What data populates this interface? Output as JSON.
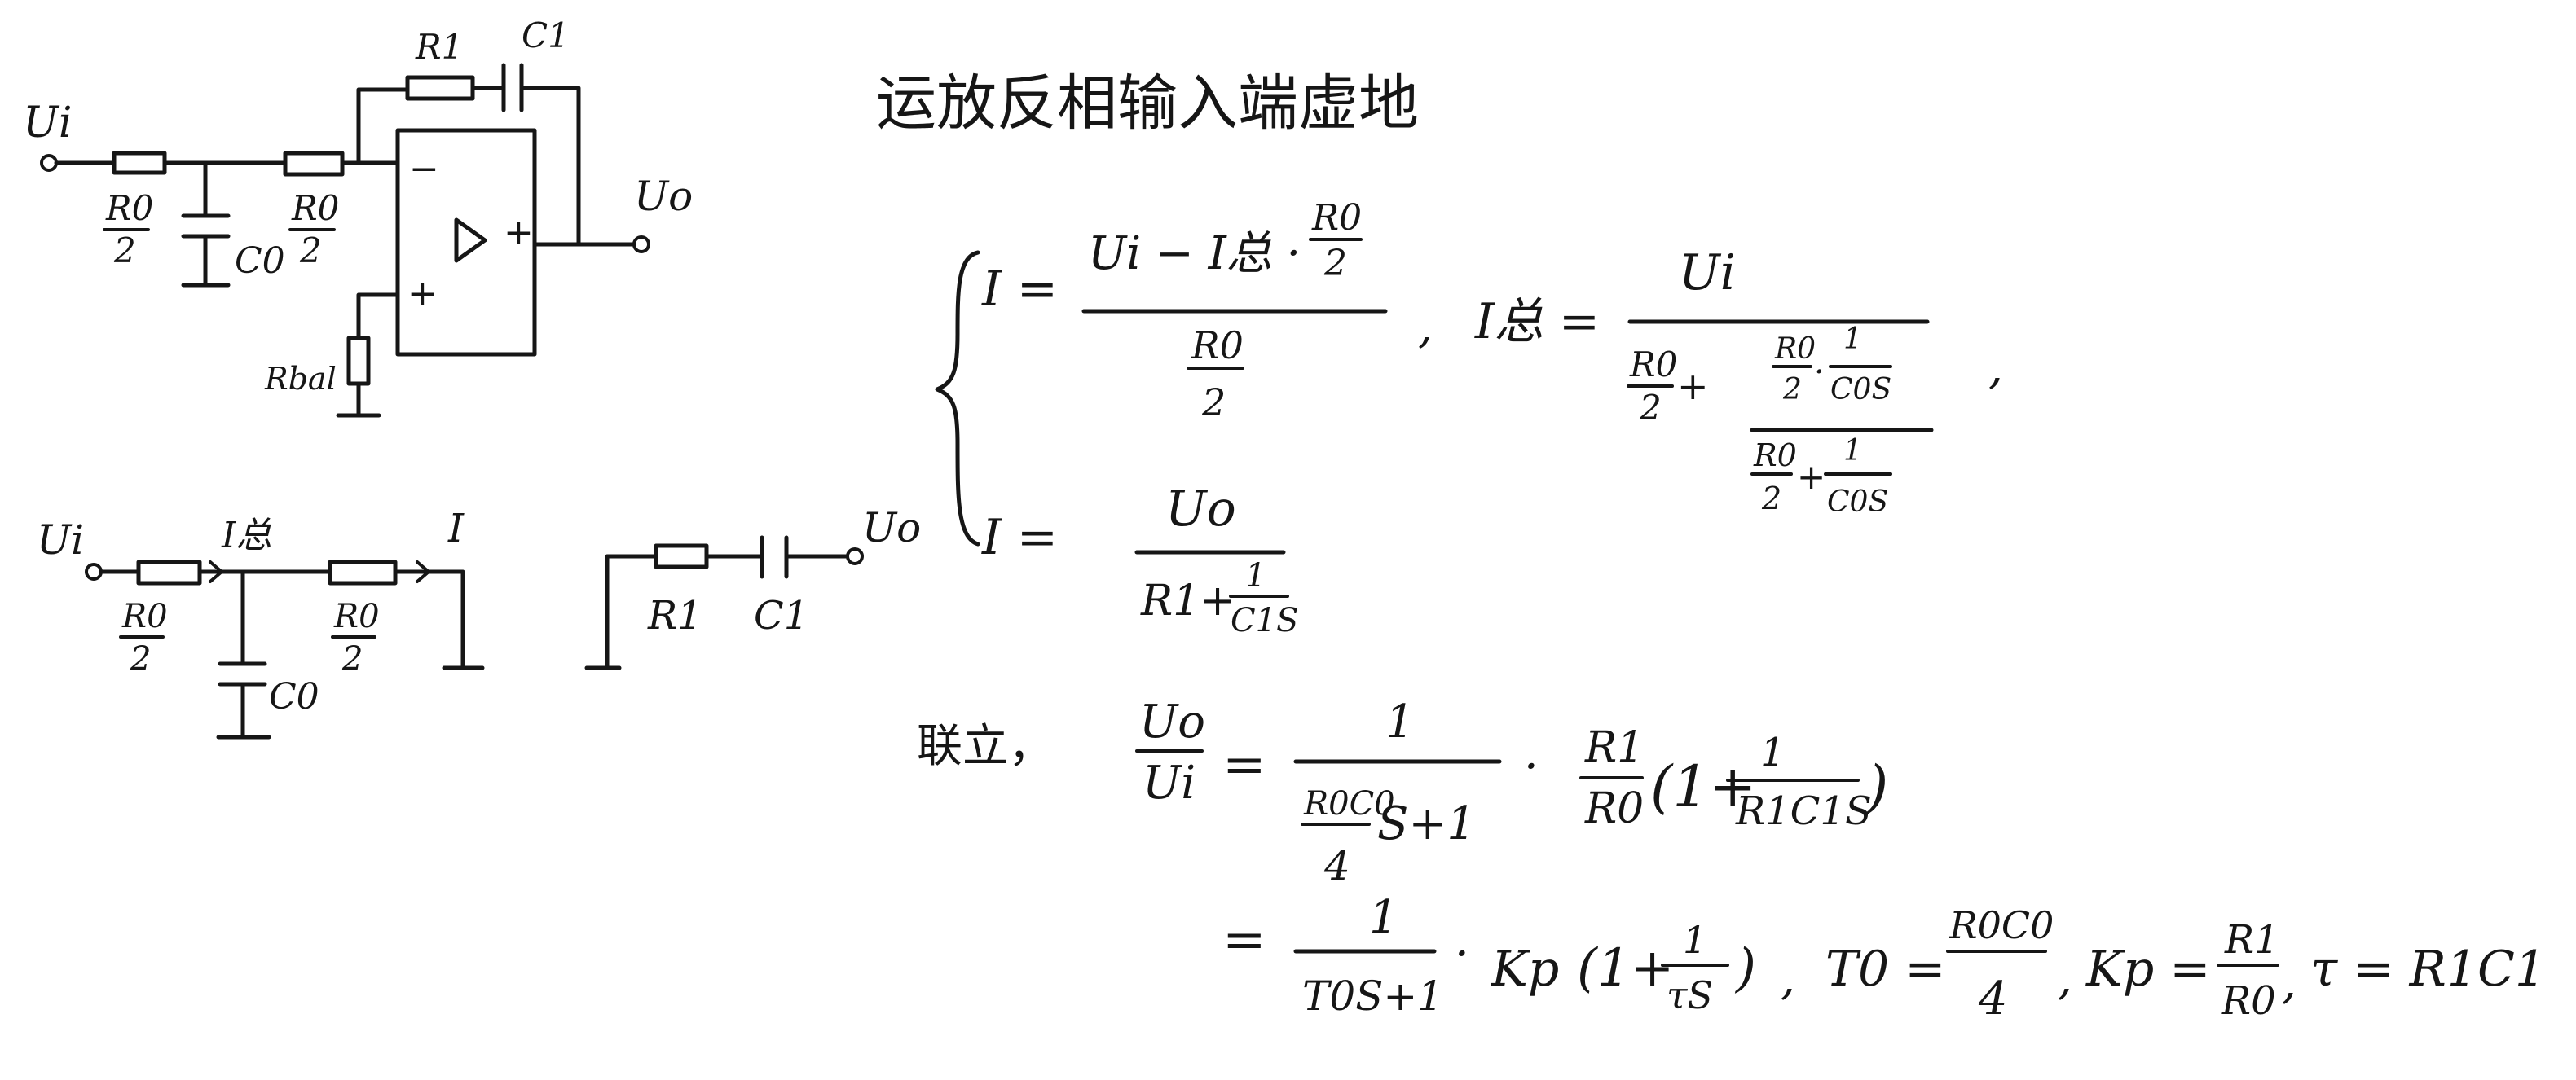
{
  "title": "运放反相输入端虚地",
  "circuit_top": {
    "input": "Ui",
    "output": "Uo",
    "r_half_left": {
      "num": "R0",
      "den": "2"
    },
    "r_half_right": {
      "num": "R0",
      "den": "2"
    },
    "c0": "C0",
    "r1": "R1",
    "c1": "C1",
    "rbal": "Rbal",
    "minus_sign": "−",
    "plus_sign": "+",
    "out_sign": "+"
  },
  "circuit_bottom": {
    "input": "Ui",
    "i_total": "I总",
    "i": "I",
    "r_half_left": {
      "num": "R0",
      "den": "2"
    },
    "r_half_right": {
      "num": "R0",
      "den": "2"
    },
    "c0": "C0",
    "r1": "R1",
    "c1": "C1",
    "output": "Uo"
  },
  "equations": {
    "eq1": {
      "lhs": "I =",
      "num_a": "Ui − I总 ·",
      "num_frac": {
        "num": "R0",
        "den": "2"
      },
      "den": {
        "num": "R0",
        "den": "2"
      },
      "comma": ","
    },
    "eq2": {
      "lhs": "I总 =",
      "num": "Ui",
      "den_left": {
        "num": "R0",
        "den": "2"
      },
      "den_plus": "+",
      "inner_num_a": {
        "num": "R0",
        "den": "2"
      },
      "inner_num_dot": "·",
      "inner_num_b": {
        "num": "1",
        "den": "C0S"
      },
      "inner_den_a": {
        "num": "R0",
        "den": "2"
      },
      "inner_den_plus": "+",
      "inner_den_b": {
        "num": "1",
        "den": "C0S"
      },
      "comma": ","
    },
    "eq3": {
      "lhs": "I =",
      "num": "Uo",
      "den_a": "R1+",
      "den_frac": {
        "num": "1",
        "den": "C1S"
      }
    },
    "combined": {
      "label": "联立，",
      "lhs": {
        "num": "Uo",
        "den": "Ui"
      },
      "eq": "=",
      "frac1": {
        "num": "1",
        "den_frac": {
          "num": "R0C0",
          "den": "4"
        },
        "den_tail": "S+1"
      },
      "dot": "·",
      "frac2": {
        "num": "R1",
        "den": "R0"
      },
      "paren_open": "(1+",
      "frac3": {
        "num": "1",
        "den": "R1C1S"
      },
      "paren_close": ")"
    },
    "final": {
      "eq": "=",
      "frac1": {
        "num": "1",
        "den": "T0S+1"
      },
      "dot": "·",
      "kp": "Kp",
      "paren_open": "(1+",
      "frac2": {
        "num": "1",
        "den": "τS"
      },
      "paren_close": ")",
      "sep1": ",",
      "t0_lhs": "T0 =",
      "t0_frac": {
        "num": "R0C0",
        "den": "4"
      },
      "sep2": ",",
      "kp_lhs": "Kp =",
      "kp_frac": {
        "num": "R1",
        "den": "R0"
      },
      "sep3": ",",
      "tau": "τ = R1C1"
    }
  }
}
